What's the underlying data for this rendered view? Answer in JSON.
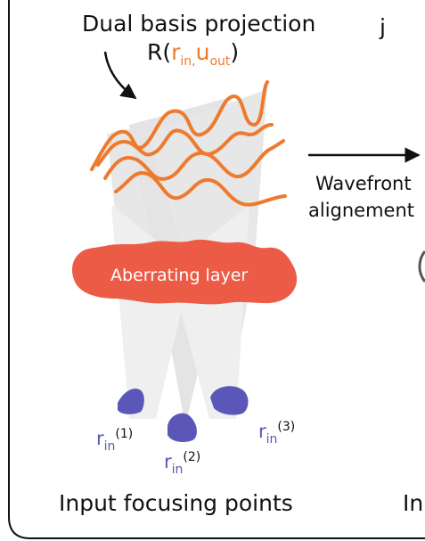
{
  "title": "Dual basis projection",
  "formula": {
    "prefix": "R(",
    "r": "r",
    "r_sub": "in,",
    "u": "u",
    "u_sub": "out",
    "suffix": ")"
  },
  "panel_letter": "j",
  "arrow_label_line1": "Wavefront",
  "arrow_label_line2": "alignement",
  "layer_label": "Aberrating layer",
  "points": [
    {
      "base": "r",
      "sub": "in",
      "sup": "(1)"
    },
    {
      "base": "r",
      "sub": "in",
      "sup": "(2)"
    },
    {
      "base": "r",
      "sub": "in",
      "sup": "(3)"
    }
  ],
  "caption": "Input focusing points",
  "right_caption_fragment": "In",
  "colors": {
    "wave": "#ee7a2e",
    "layer": "#ec5b45",
    "points": "#5a57b8",
    "beam": "#d9d9d9",
    "line": "#111111"
  }
}
